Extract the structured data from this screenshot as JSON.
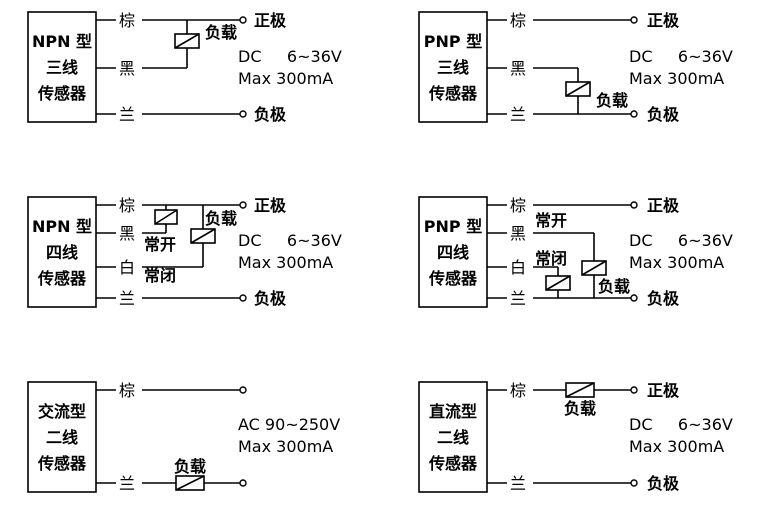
{
  "labels": {
    "positive": "正极",
    "negative": "负极",
    "load": "负载",
    "no": "常开",
    "nc": "常闭"
  },
  "wires": {
    "brown": "棕",
    "black": "黑",
    "white": "白",
    "blue": "兰"
  },
  "dc_spec": {
    "line1": "DC     6~36V",
    "line2": "Max 300mA"
  },
  "ac_spec": {
    "line1": "AC 90~250V",
    "line2": "Max 300mA"
  },
  "sensors": [
    {
      "id": "npn3",
      "name_lines": [
        "NPN 型",
        "三线",
        "传感器"
      ]
    },
    {
      "id": "pnp3",
      "name_lines": [
        "PNP 型",
        "三线",
        "传感器"
      ]
    },
    {
      "id": "npn4",
      "name_lines": [
        "NPN 型",
        "四线",
        "传感器"
      ]
    },
    {
      "id": "pnp4",
      "name_lines": [
        "PNP 型",
        "四线",
        "传感器"
      ]
    },
    {
      "id": "ac2",
      "name_lines": [
        "交流型",
        "二线",
        "传感器"
      ]
    },
    {
      "id": "dc2",
      "name_lines": [
        "直流型",
        "二线",
        "传感器"
      ]
    }
  ]
}
